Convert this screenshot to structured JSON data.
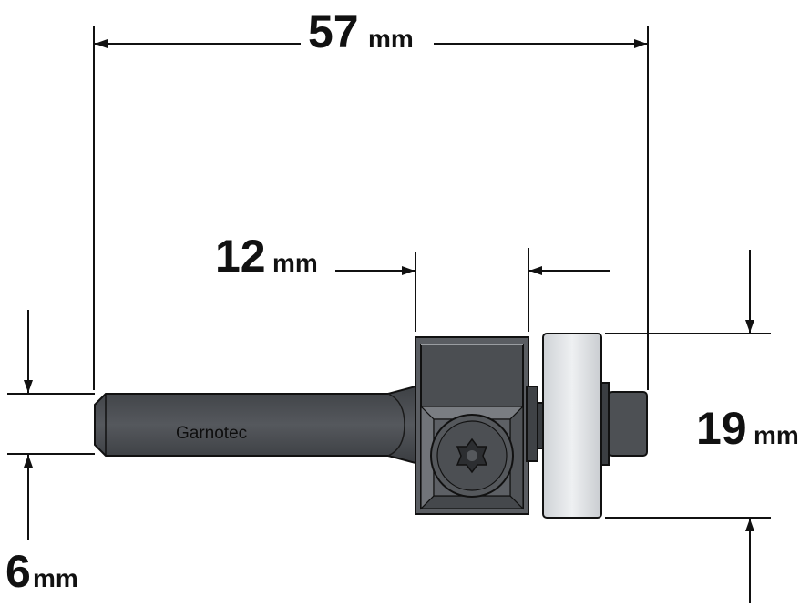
{
  "dimensions": {
    "overall_length": {
      "value": "57",
      "unit": "mm"
    },
    "cutting_height": {
      "value": "12",
      "unit": "mm"
    },
    "bearing_diameter": {
      "value": "19",
      "unit": "mm"
    },
    "shank_diameter": {
      "value": "6",
      "unit": "mm"
    }
  },
  "brand_label": "Garnotec",
  "colors": {
    "line": "#111111",
    "body_dark": "#4a4d51",
    "body_light": "#6b6e73",
    "bearing": "#e4e6ea"
  }
}
